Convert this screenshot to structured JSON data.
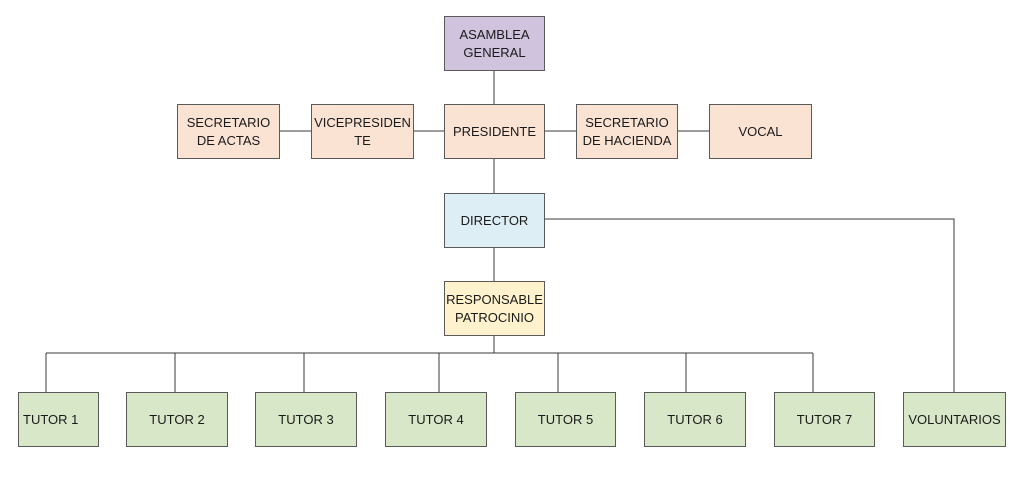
{
  "nodes": {
    "asamblea_general": "ASAMBLEA\nGENERAL",
    "secretario_actas": "SECRETARIO\nDE ACTAS",
    "vicepresidente": "VICEPRESIDEN\nTE",
    "presidente": "PRESIDENTE",
    "secretario_hacienda": "SECRETARIO\nDE HACIENDA",
    "vocal": "VOCAL",
    "director": "DIRECTOR",
    "responsable_patrocinio": "RESPONSABLE\nPATROCINIO",
    "tutors": [
      "TUTOR 1",
      "TUTOR 2",
      "TUTOR 3",
      "TUTOR 4",
      "TUTOR 5",
      "TUTOR 6",
      "TUTOR 7"
    ],
    "voluntarios": "VOLUNTARIOS"
  },
  "colors": {
    "asamblea": "#cfc3dd",
    "board": "#fbe3d4",
    "director": "#ddeef4",
    "responsable": "#fff2cc",
    "tutors": "#d9e7c9",
    "connector": "#3a3a3a"
  },
  "connections": [
    [
      "asamblea_general",
      "presidente"
    ],
    [
      "presidente",
      "vicepresidente"
    ],
    [
      "vicepresidente",
      "secretario_actas"
    ],
    [
      "presidente",
      "secretario_hacienda"
    ],
    [
      "secretario_hacienda",
      "vocal"
    ],
    [
      "presidente",
      "director"
    ],
    [
      "director",
      "responsable_patrocinio"
    ],
    [
      "director",
      "voluntarios"
    ],
    [
      "responsable_patrocinio",
      "tutor_1"
    ],
    [
      "responsable_patrocinio",
      "tutor_2"
    ],
    [
      "responsable_patrocinio",
      "tutor_3"
    ],
    [
      "responsable_patrocinio",
      "tutor_4"
    ],
    [
      "responsable_patrocinio",
      "tutor_5"
    ],
    [
      "responsable_patrocinio",
      "tutor_6"
    ],
    [
      "responsable_patrocinio",
      "tutor_7"
    ]
  ]
}
